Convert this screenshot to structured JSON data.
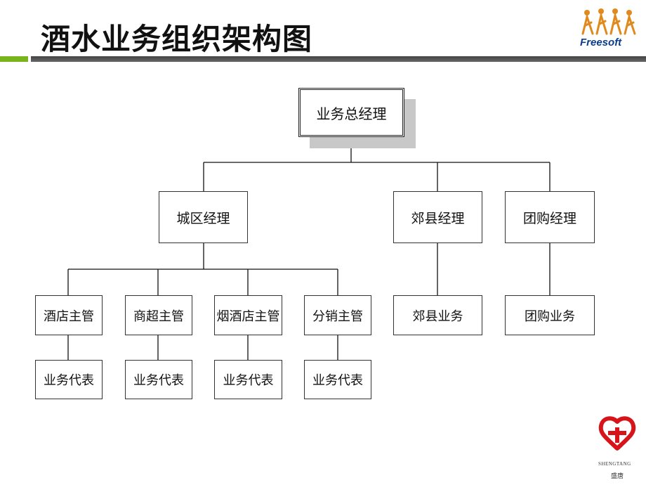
{
  "title": "酒水业务组织架构图",
  "logos": {
    "freesoft": "Freesoft",
    "unicom_en": "SHENGTANG",
    "unicom_cn": "盛唐"
  },
  "org": {
    "root": "业务总经理",
    "level2": [
      "城区经理",
      "郊县经理",
      "团购经理"
    ],
    "supervisors": [
      "酒店主管",
      "商超主管",
      "烟酒店主管",
      "分销主管"
    ],
    "reps": [
      "业务代表",
      "业务代表",
      "业务代表",
      "业务代表"
    ],
    "county_staff": "郊县业务",
    "group_staff": "团购业务"
  },
  "colors": {
    "accent_green": "#7ab41d",
    "rule_gray": "#555555",
    "unicom_red": "#d7141a",
    "freesoft_blue": "#0b3d8c"
  }
}
